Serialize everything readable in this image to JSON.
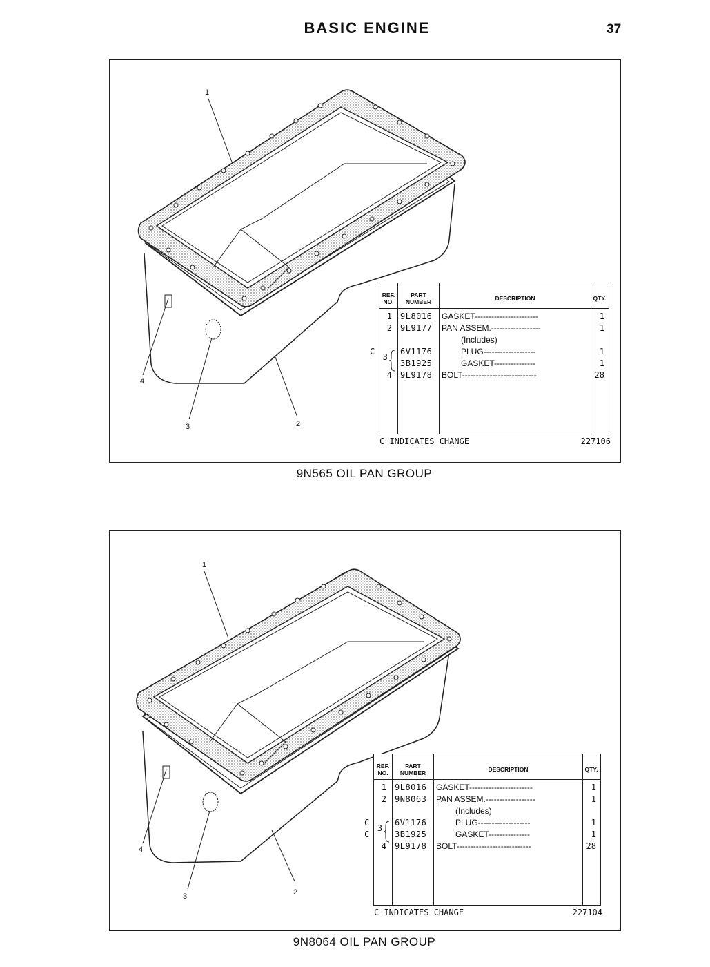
{
  "header": {
    "title": "BASIC ENGINE",
    "page_number": "37"
  },
  "groups": [
    {
      "caption": "9N565 OIL PAN GROUP",
      "callouts": [
        "1",
        "2",
        "3",
        "4"
      ],
      "table": {
        "headers": {
          "ref": "REF. NO.",
          "part": "PART NUMBER",
          "desc": "DESCRIPTION",
          "qty": "QTY."
        },
        "rows": [
          {
            "mark": "",
            "ref": "1",
            "part": "9L8016",
            "desc": "GASKET-----------------------",
            "qty": "1"
          },
          {
            "mark": "",
            "ref": "2",
            "part": "9L9177",
            "desc": "PAN ASSEM.------------------",
            "qty": "1"
          },
          {
            "mark": "",
            "ref": "",
            "part": "",
            "desc": "(Includes)",
            "qty": ""
          },
          {
            "mark": "C",
            "ref": "3",
            "part": "6V1176",
            "desc": "PLUG-------------------",
            "qty": "1"
          },
          {
            "mark": "",
            "ref": "",
            "part": "3B1925",
            "desc": "GASKET---------------",
            "qty": "1"
          },
          {
            "mark": "",
            "ref": "4",
            "part": "9L9178",
            "desc": "BOLT---------------------------",
            "qty": "28"
          }
        ],
        "footer_left": "C INDICATES CHANGE",
        "footer_right": "227106"
      }
    },
    {
      "caption": "9N8064 OIL PAN GROUP",
      "callouts": [
        "1",
        "2",
        "3",
        "4"
      ],
      "table": {
        "headers": {
          "ref": "REF. NO.",
          "part": "PART NUMBER",
          "desc": "DESCRIPTION",
          "qty": "QTY."
        },
        "rows": [
          {
            "mark": "",
            "ref": "1",
            "part": "9L8016",
            "desc": "GASKET-----------------------",
            "qty": "1"
          },
          {
            "mark": "",
            "ref": "2",
            "part": "9N8063",
            "desc": "PAN ASSEM.------------------",
            "qty": "1"
          },
          {
            "mark": "",
            "ref": "",
            "part": "",
            "desc": "(Includes)",
            "qty": ""
          },
          {
            "mark": "C",
            "ref": "3",
            "part": "6V1176",
            "desc": "PLUG-------------------",
            "qty": "1"
          },
          {
            "mark": "C",
            "ref": "",
            "part": "3B1925",
            "desc": "GASKET---------------",
            "qty": "1"
          },
          {
            "mark": "",
            "ref": "4",
            "part": "9L9178",
            "desc": "BOLT---------------------------",
            "qty": "28"
          }
        ],
        "footer_left": "C INDICATES CHANGE",
        "footer_right": "227104"
      }
    }
  ]
}
